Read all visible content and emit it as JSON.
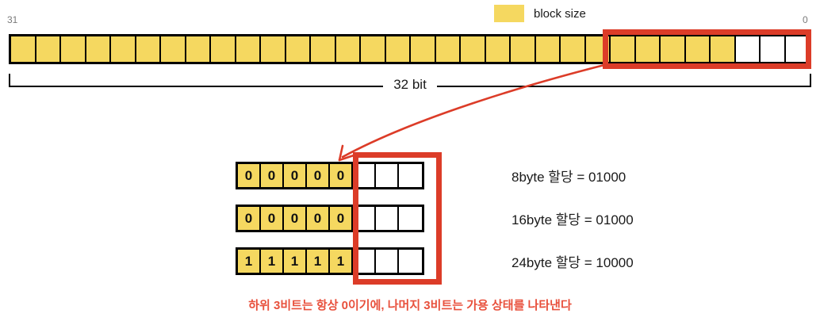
{
  "legend": {
    "label": "block size",
    "swatch_color": "#F5D860"
  },
  "word": {
    "msb_label": "31",
    "lsb_label": "0",
    "total_bits": 32,
    "filled_bits": 29,
    "empty_bits": 3,
    "cells": [
      "filled",
      "filled",
      "filled",
      "filled",
      "filled",
      "filled",
      "filled",
      "filled",
      "filled",
      "filled",
      "filled",
      "filled",
      "filled",
      "filled",
      "filled",
      "filled",
      "filled",
      "filled",
      "filled",
      "filled",
      "filled",
      "filled",
      "filled",
      "filled",
      "filled",
      "filled",
      "filled",
      "filled",
      "filled",
      "empty",
      "empty",
      "empty"
    ],
    "highlight_color": "#DC3C28",
    "span_label": "32 bit"
  },
  "detail": {
    "highlight_color": "#DC3C28",
    "rows": [
      {
        "bits": [
          "0",
          "0",
          "0",
          "0",
          "0"
        ],
        "empty_count": 3,
        "label": "8byte 할당 = 01000"
      },
      {
        "bits": [
          "0",
          "0",
          "0",
          "0",
          "0"
        ],
        "empty_count": 3,
        "label": "16byte 할당 = 01000"
      },
      {
        "bits": [
          "1",
          "1",
          "1",
          "1",
          "1"
        ],
        "empty_count": 3,
        "label": "24byte 할당 = 10000"
      }
    ]
  },
  "caption": {
    "text": "하위 3비트는 항상 0이기에, 나머지 3비트는 가용 상태를 나타낸다",
    "color": "#E8503C"
  },
  "arrow": {
    "color": "#DC3C28"
  }
}
